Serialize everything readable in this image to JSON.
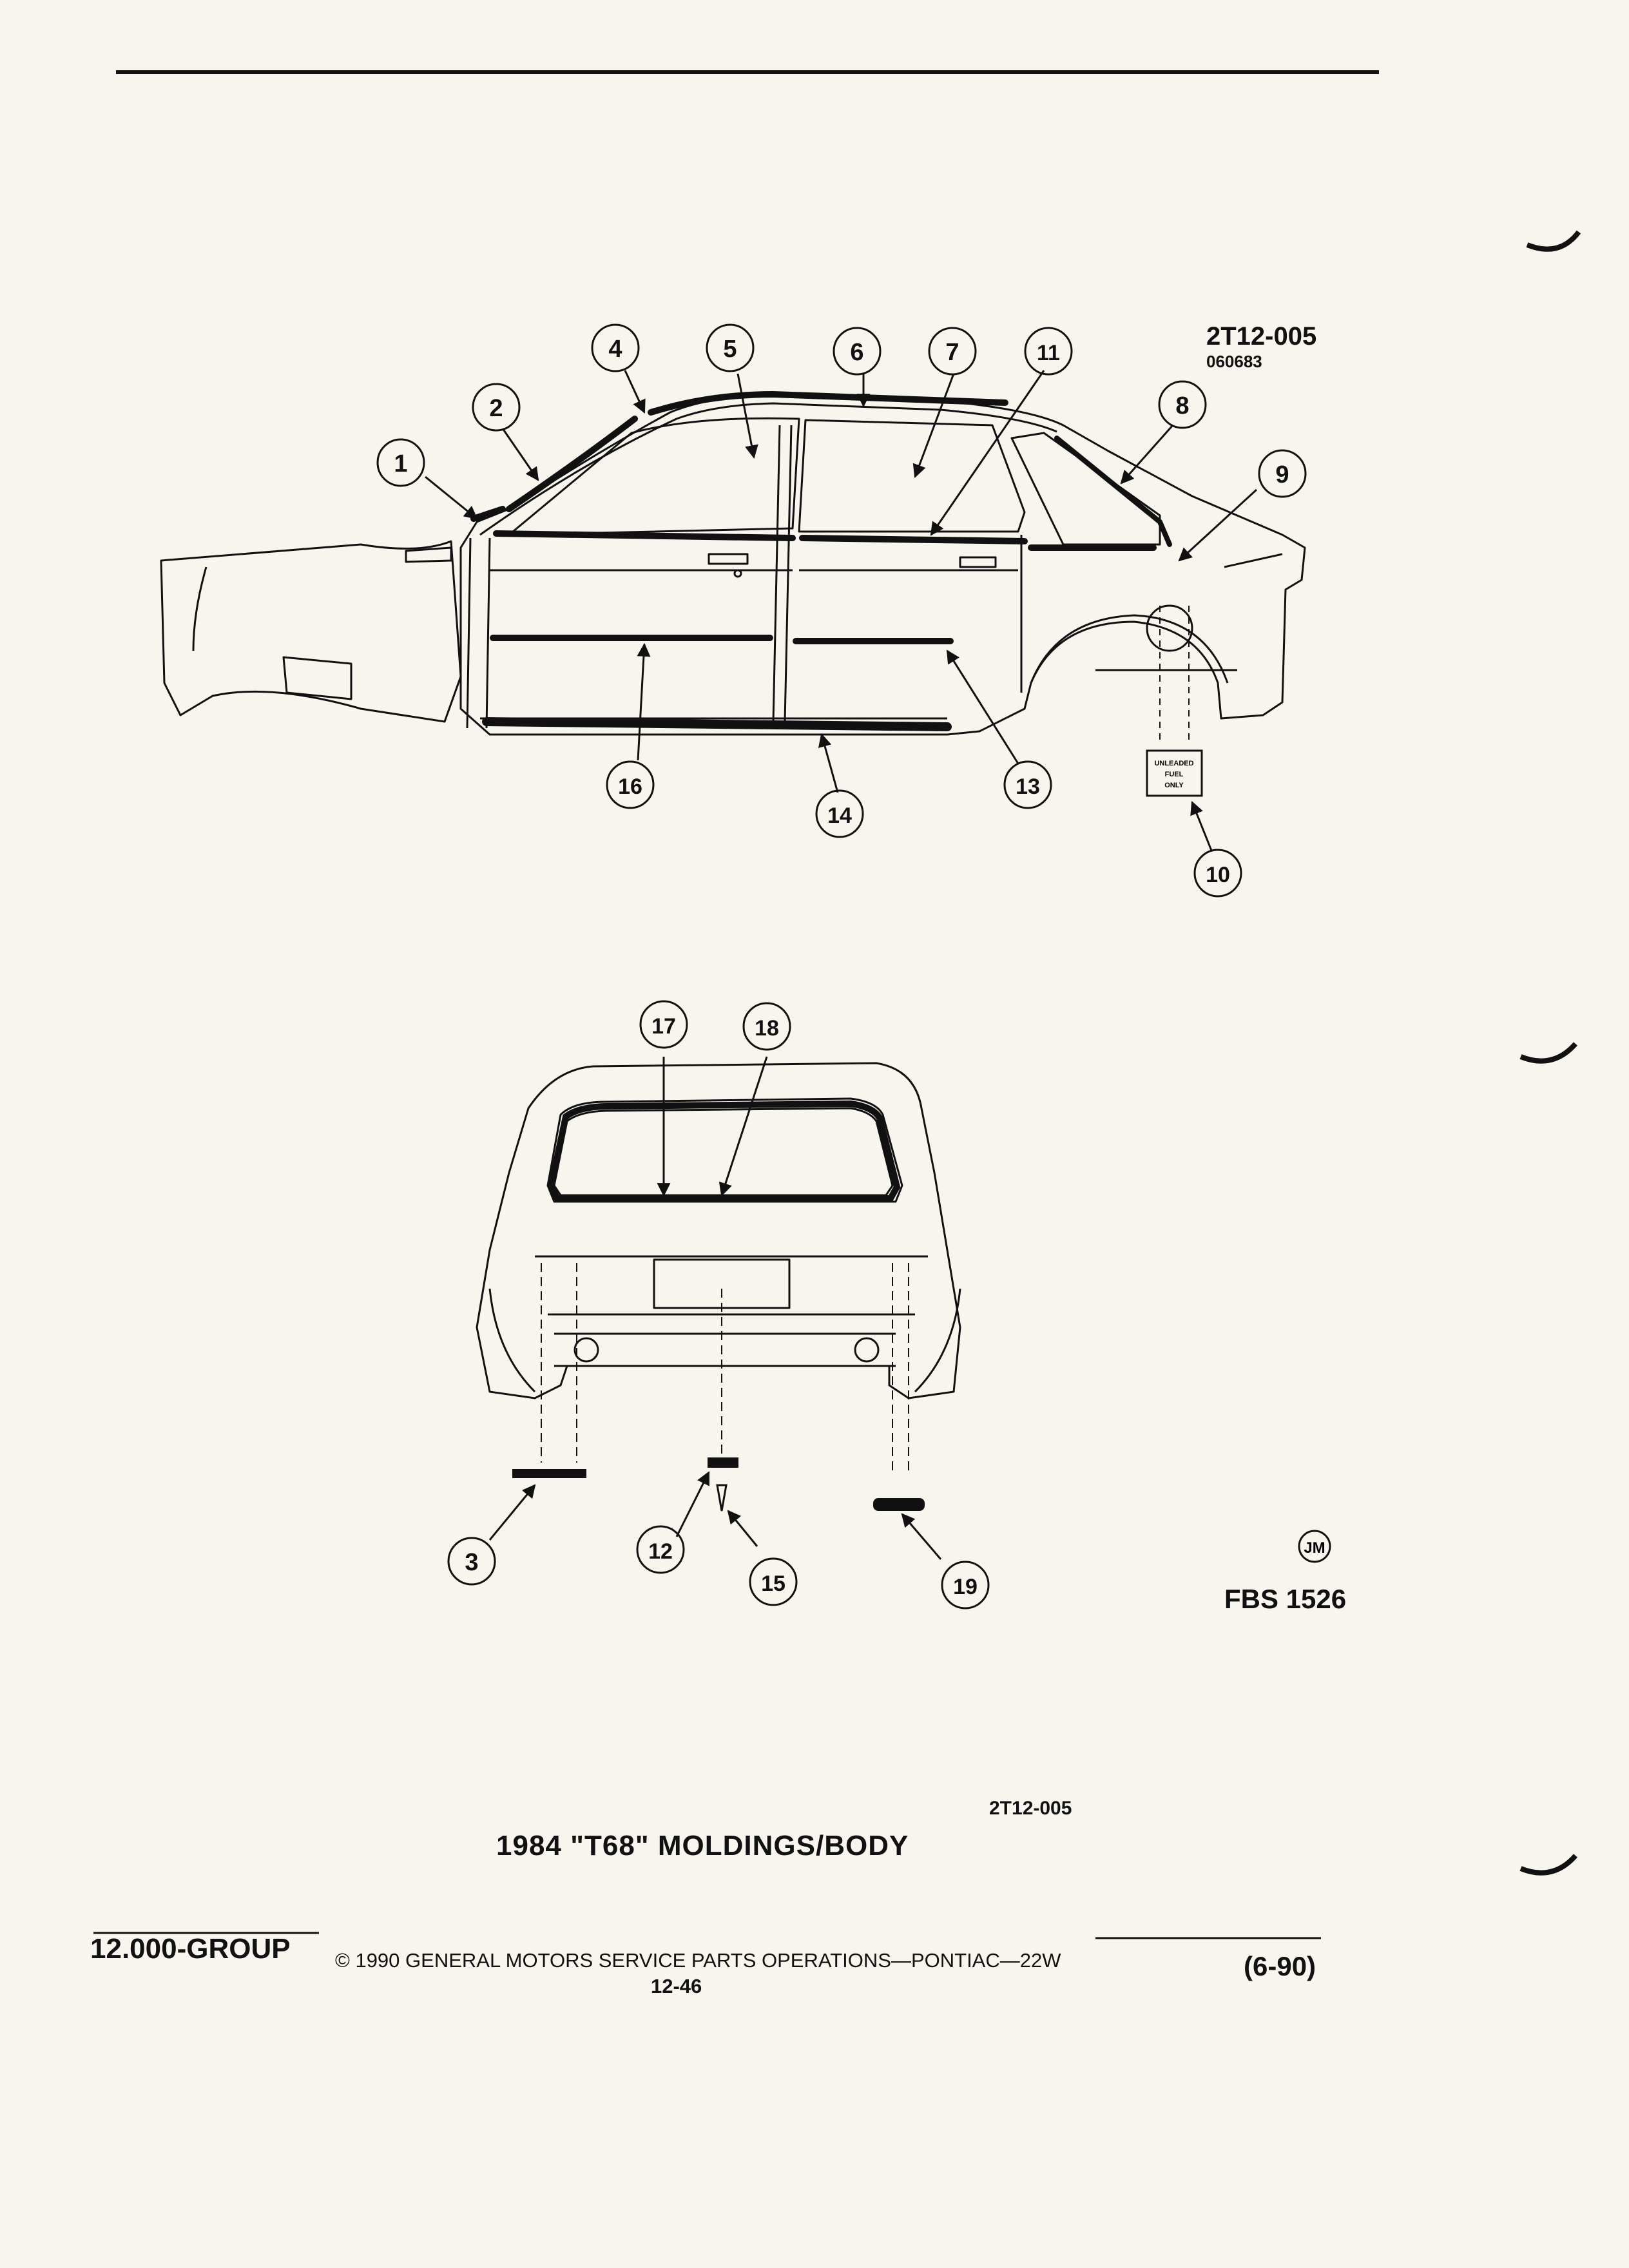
{
  "figure": {
    "code_main": "2T12-005",
    "code_sub": "060683",
    "jm_badge": "JM",
    "fbs_label": "FBS 1526",
    "fig_code": "2T12-005",
    "title": "1984 \"T68\" MOLDINGS/BODY"
  },
  "callouts": [
    "1",
    "2",
    "3",
    "4",
    "5",
    "6",
    "7",
    "8",
    "9",
    "10",
    "11",
    "12",
    "13",
    "14",
    "15",
    "16",
    "17",
    "18",
    "19"
  ],
  "fuel_decal": [
    "UNLEADED",
    "FUEL",
    "ONLY"
  ],
  "footer": {
    "group": "12.000-GROUP",
    "copyright": "© 1990 GENERAL MOTORS SERVICE PARTS OPERATIONS—PONTIAC—22W",
    "page": "12-46",
    "date": "(6-90)"
  },
  "colors": {
    "ink": "#111111",
    "paper": "#f7f5ee"
  }
}
